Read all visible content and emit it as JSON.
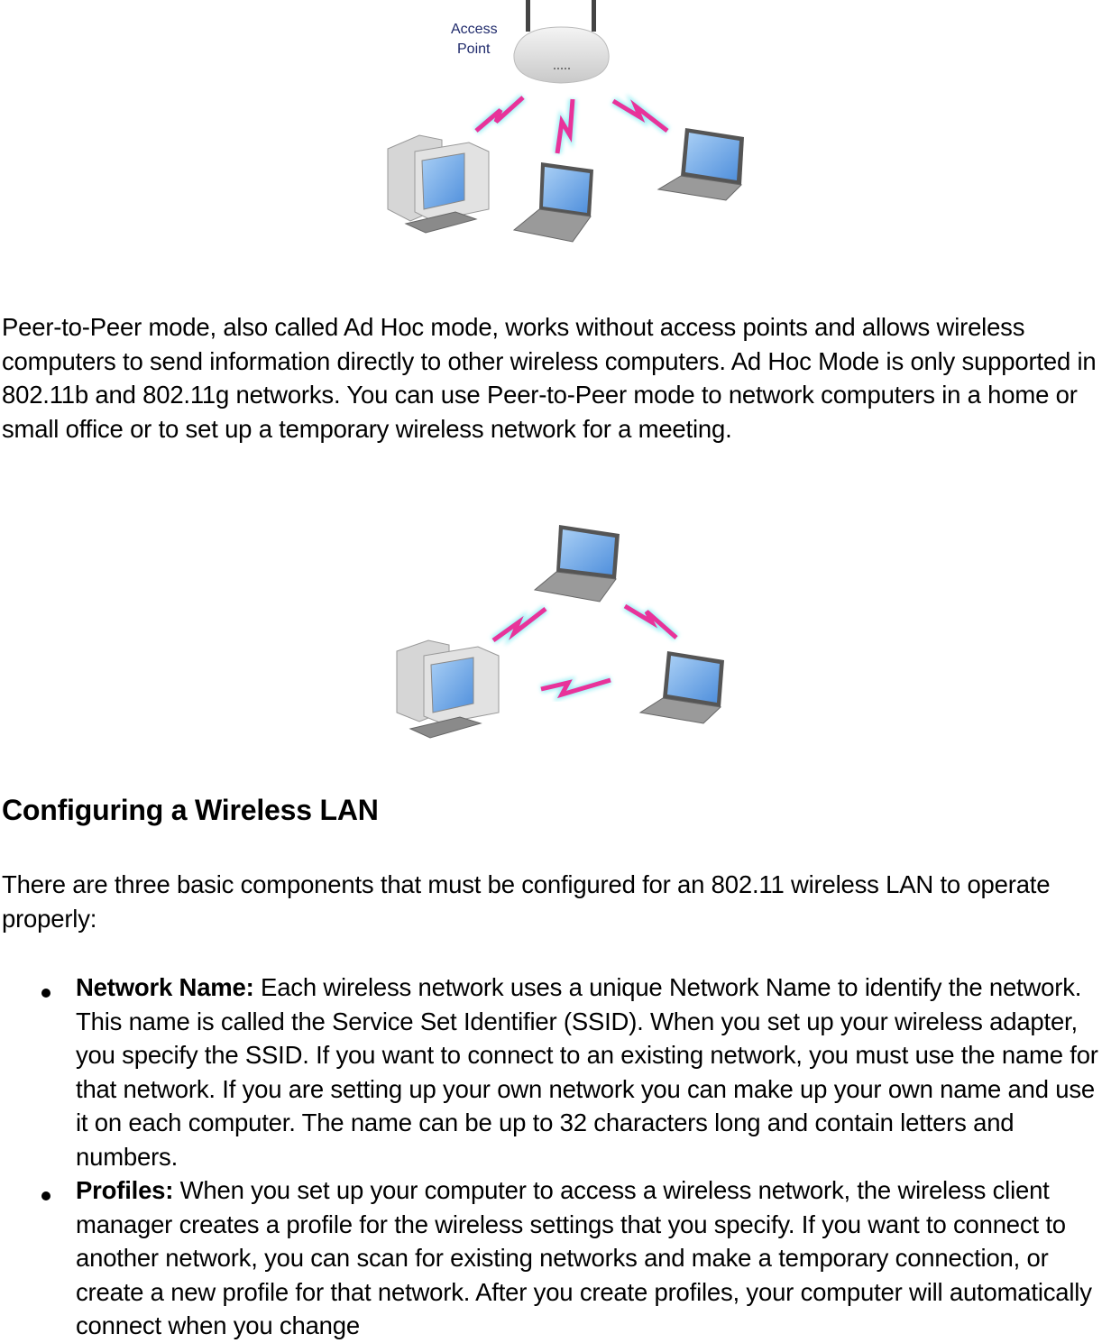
{
  "figures": {
    "infrastructure": {
      "label_line1": "Access",
      "label_line2": "Point",
      "devices": [
        "access-point",
        "desktop-computer",
        "laptop",
        "laptop"
      ]
    },
    "adhoc": {
      "devices": [
        "laptop",
        "desktop-computer",
        "laptop"
      ]
    }
  },
  "content": {
    "peer_paragraph": "Peer-to-Peer mode, also called Ad Hoc mode, works without access points and allows wireless computers to send information directly to other wireless computers. Ad Hoc Mode is only supported in 802.11b and 802.11g networks. You can use Peer-to-Peer mode to network computers in a home or small office or to set up a temporary wireless network for a meeting.",
    "heading": "Configuring a Wireless LAN",
    "intro": "There are three basic components that must be configured for an 802.11 wireless LAN to operate properly:",
    "bullets": [
      {
        "term": "Network Name:",
        "text": " Each wireless network uses a unique Network Name to identify the network. This name is called the Service Set Identifier (SSID). When you set up your wireless adapter, you specify the SSID. If you want to connect to an existing network, you must use the name for that network. If you are setting up your own network you can make up your own name and use it on each computer. The name can be up to 32 characters long and contain letters and numbers."
      },
      {
        "term": "Profiles:",
        "text": " When you set up your computer to access a wireless network, the wireless client manager creates a profile for the wireless settings that you specify. If you want to connect to another network, you can scan for existing networks and make a temporary connection, or create a new profile for that network. After you create profiles, your computer will automatically connect when you change"
      }
    ]
  },
  "colors": {
    "signal": "#e8339a",
    "signal_glow": "#9ff0f5",
    "screen": "#6fa7e8",
    "device_body": "#d9d9d9",
    "text": "#000000",
    "label": "#1f2a6b"
  }
}
